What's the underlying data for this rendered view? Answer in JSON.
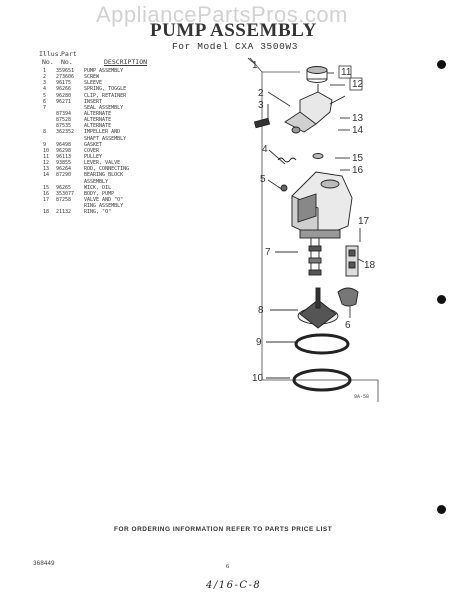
{
  "watermark": "AppliancePartsPros.com",
  "header": {
    "title": "PUMP ASSEMBLY",
    "model_line": "For Model  CXA 3500W3"
  },
  "parts_table": {
    "headers": {
      "illus_line1": "Illus.",
      "illus_line2": "No.",
      "part_line1": "Part",
      "part_line2": "No.",
      "description": "DESCRIPTION"
    },
    "rows": [
      {
        "illus": "1",
        "part_no": "359651",
        "description": "PUMP ASSEMBLY"
      },
      {
        "illus": "2",
        "part_no": "273606",
        "description": "SCREW"
      },
      {
        "illus": "3",
        "part_no": "96175",
        "description": "SLEEVE"
      },
      {
        "illus": "4",
        "part_no": "96266",
        "description": "SPRING, TOGGLE"
      },
      {
        "illus": "5",
        "part_no": "96280",
        "description": "CLIP, RETAINER"
      },
      {
        "illus": "6",
        "part_no": "96271",
        "description": "INSERT"
      },
      {
        "illus": "7",
        "part_no": "",
        "description": "SEAL ASSEMBLY"
      },
      {
        "illus": "",
        "part_no": "87394",
        "description": "ALTERNATE"
      },
      {
        "illus": "",
        "part_no": "87528",
        "description": "ALTERNATE"
      },
      {
        "illus": "",
        "part_no": "87535",
        "description": "ALTERNATE"
      },
      {
        "illus": "8",
        "part_no": "362352",
        "description": "IMPELLER AND"
      },
      {
        "illus": "",
        "part_no": "",
        "description": "SHAFT ASSEMBLY"
      },
      {
        "illus": "9",
        "part_no": "96498",
        "description": "GASKET"
      },
      {
        "illus": "10",
        "part_no": "96298",
        "description": "COVER"
      },
      {
        "illus": "11",
        "part_no": "96113",
        "description": "PULLEY"
      },
      {
        "illus": "12",
        "part_no": "93855",
        "description": "LEVER, VALVE"
      },
      {
        "illus": "13",
        "part_no": "96264",
        "description": "ROD, CONNECTING"
      },
      {
        "illus": "14",
        "part_no": "87290",
        "description": "BEARING BLOCK"
      },
      {
        "illus": "",
        "part_no": "",
        "description": "ASSEMBLY"
      },
      {
        "illus": "15",
        "part_no": "96265",
        "description": "WICK, OIL"
      },
      {
        "illus": "16",
        "part_no": "353077",
        "description": "BODY, PUMP"
      },
      {
        "illus": "17",
        "part_no": "87258",
        "description": "VALVE AND \"O\""
      },
      {
        "illus": "",
        "part_no": "",
        "description": "RING ASSEMBLY"
      },
      {
        "illus": "18",
        "part_no": "21132",
        "description": "RING, \"O\""
      }
    ]
  },
  "diagram": {
    "callouts": [
      "1",
      "2",
      "3",
      "4",
      "5",
      "6",
      "7",
      "8",
      "9",
      "10",
      "11",
      "12",
      "13",
      "14",
      "15",
      "16",
      "17",
      "18"
    ],
    "figure_tag": "9A-58"
  },
  "footer": {
    "ordering_note": "FOR ORDERING INFORMATION REFER TO PARTS PRICE LIST",
    "doc_number": "368449",
    "page_number": "6",
    "handwritten_note": "4/16-C-8"
  }
}
